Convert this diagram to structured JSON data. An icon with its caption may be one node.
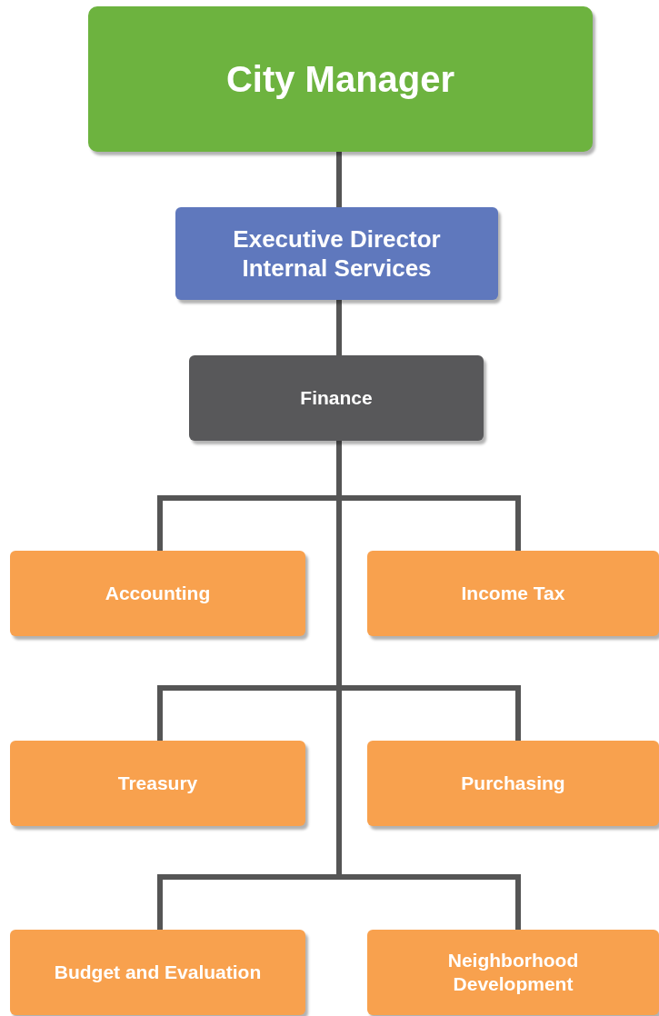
{
  "diagram": {
    "nodes": [
      {
        "text": [
          "City Manager"
        ]
      },
      {
        "text": [
          "Executive Director Internal Services"
        ]
      },
      {
        "text": [
          "Finance"
        ]
      },
      {
        "text": [
          "Accounting"
        ]
      },
      {
        "text": [
          "Income Tax"
        ]
      },
      {
        "text": [
          "Treasury"
        ]
      },
      {
        "text": [
          "Purchasing"
        ]
      },
      {
        "text": [
          "Budget and Evaluation"
        ]
      },
      {
        "text": [
          "Neighborhood Development"
        ]
      }
    ],
    "edges": [
      {
        "from": 0,
        "to": 1,
        "arrow": "none"
      },
      {
        "from": 1,
        "to": 2,
        "arrow": "none"
      },
      {
        "from": 2,
        "to": 3,
        "arrow": "none"
      },
      {
        "from": 2,
        "to": 4,
        "arrow": "none"
      },
      {
        "from": 2,
        "to": 5,
        "arrow": "none"
      },
      {
        "from": 2,
        "to": 6,
        "arrow": "none"
      },
      {
        "from": 2,
        "to": 7,
        "arrow": "none"
      },
      {
        "from": 2,
        "to": 8,
        "arrow": "none"
      }
    ]
  }
}
